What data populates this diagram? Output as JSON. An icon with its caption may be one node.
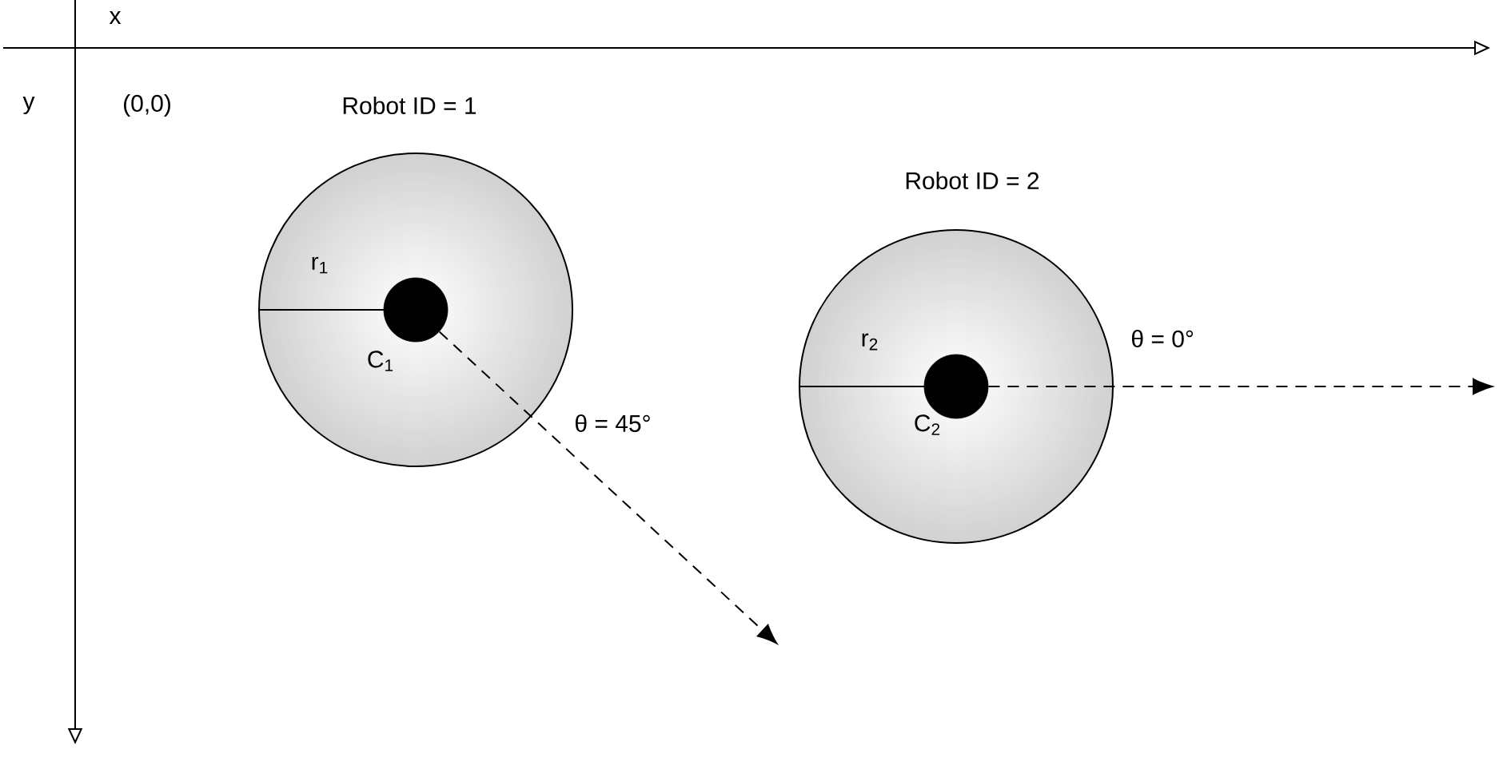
{
  "diagram": {
    "nodes": [
      {
        "text": [
          "r$_{1}$",
          "C$_{1}$"
        ],
        "beside": [
          "Robot ID = 1"
        ]
      },
      {
        "text": [],
        "shape": "circle",
        "in": 0
      },
      {
        "text": [
          "r$_{2}$",
          "C$_{2}$"
        ],
        "beside": [
          "Robot ID = 2"
        ]
      },
      {
        "text": [],
        "shape": "circle",
        "in": 2
      }
    ],
    "edges": [
      {
        "from": 1,
        "to": null,
        "arrow": "to",
        "style": "dashed",
        "label": "θ = 45°"
      },
      {
        "from": 3,
        "to": null,
        "arrow": "to",
        "style": "dashed",
        "label": "θ = 0°"
      }
    ],
    "labels": [
      "x",
      "y",
      "(0,0)"
    ]
  }
}
